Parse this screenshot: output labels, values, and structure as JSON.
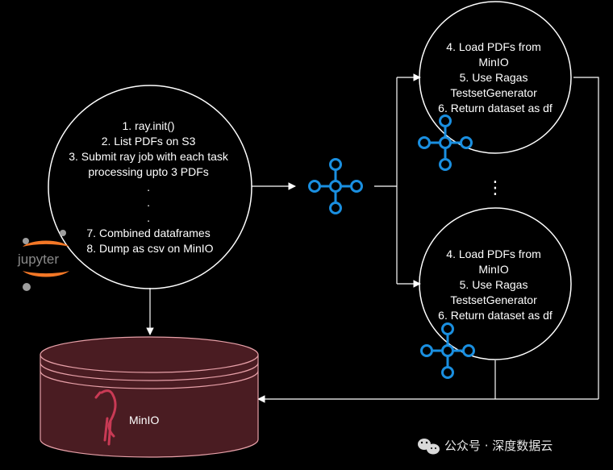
{
  "driver": {
    "lines": [
      "1. ray.init()",
      "2. List PDFs on S3",
      "3. Submit ray job with each task",
      "processing upto 3 PDFs",
      ".",
      ".",
      ".",
      "7. Combined dataframes",
      "8. Dump as csv on MinIO"
    ]
  },
  "worker_top": {
    "lines": [
      "4. Load PDFs from",
      "MinIO",
      "5. Use Ragas",
      "TestsetGenerator",
      "6. Return dataset as df"
    ]
  },
  "worker_bottom": {
    "lines": [
      "4. Load PDFs from",
      "MinIO",
      "5. Use Ragas",
      "TestsetGenerator",
      "6. Return dataset as df"
    ]
  },
  "storage": {
    "label": "MinIO"
  },
  "jupyter": {
    "logo_text": "jupyter"
  },
  "ellipsis": {
    "text": "⋮"
  },
  "watermark": {
    "text": "公众号 · 深度数据云"
  },
  "icons": {
    "ray": "ray-logo-icon",
    "jupyter": "jupyter-logo-icon",
    "minio": "minio-flamingo-icon",
    "wechat": "wechat-icon"
  },
  "colors": {
    "background": "#000000",
    "stroke": "#ffffff",
    "ray_blue": "#1a8fe0",
    "storage_fill": "#4a1c22",
    "storage_stroke": "#e7a0a8",
    "jupyter_orange": "#f37726",
    "minio_pink": "#c93a55"
  }
}
